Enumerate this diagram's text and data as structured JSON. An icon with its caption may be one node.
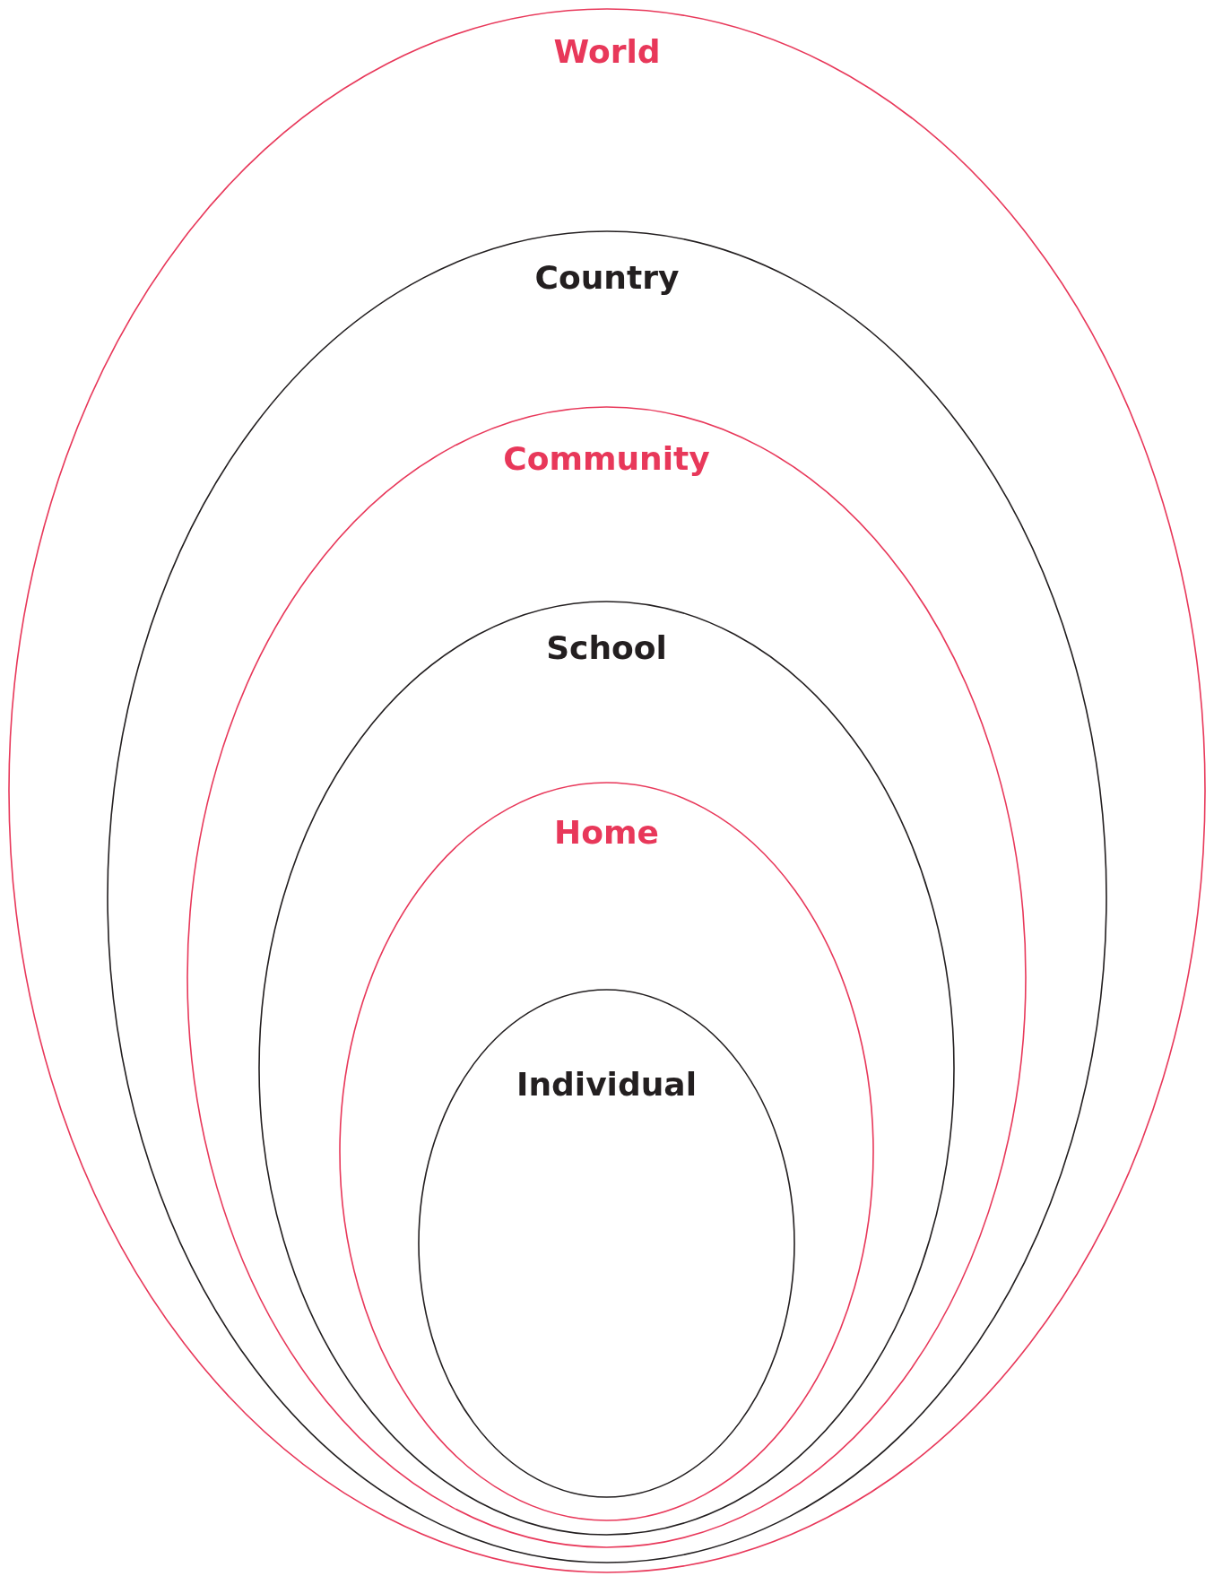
{
  "diagram": {
    "nodes": [
      {
        "text": [
          "World"
        ]
      },
      {
        "text": [
          "Country"
        ],
        "in": 0
      },
      {
        "text": [
          "Community"
        ],
        "in": 1
      },
      {
        "text": [
          "School"
        ],
        "in": 2
      },
      {
        "text": [
          "Home"
        ],
        "in": 3
      },
      {
        "text": [
          "Individual"
        ],
        "in": 4
      }
    ]
  }
}
